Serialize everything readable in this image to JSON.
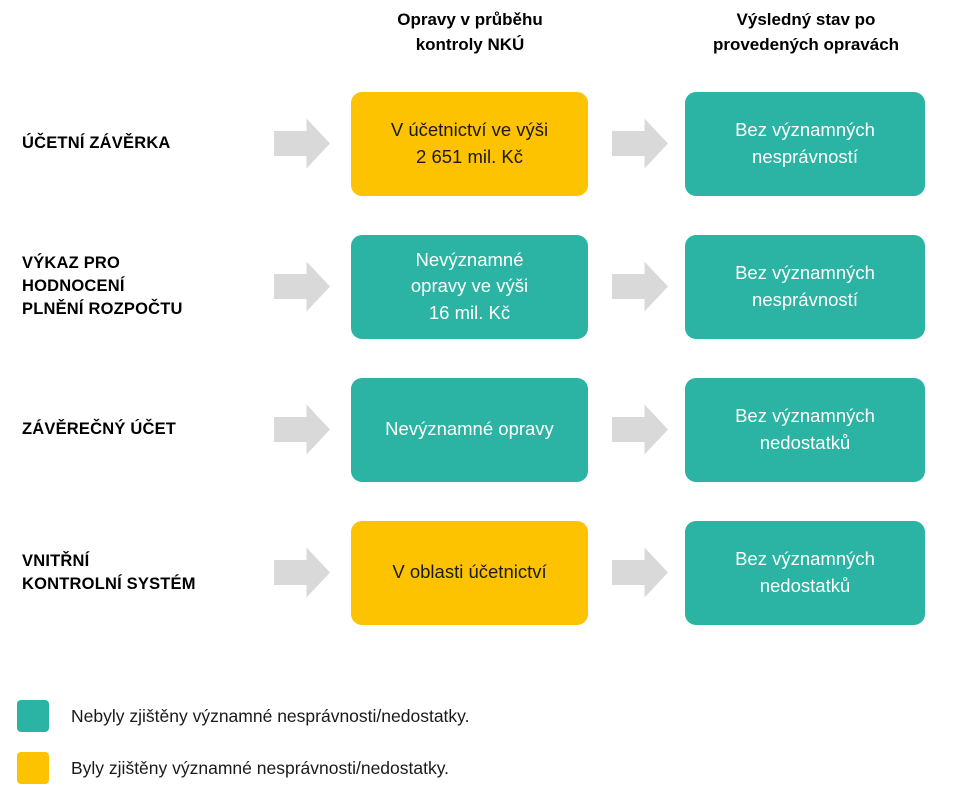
{
  "colors": {
    "teal": "#2bb3a3",
    "yellow": "#fdc300",
    "arrow_grey": "#d9d9d9",
    "text_dark": "#1a1a1a",
    "text_light": "#ffffff",
    "background": "#ffffff"
  },
  "headers": {
    "col_middle": "Opravy v průběhu\nkontroly NKÚ",
    "col_right": "Výsledný stav po\nprovedených opravách"
  },
  "rows": [
    {
      "label": "ÚČETNÍ ZÁVĚRKA",
      "middle": {
        "text": "V účetnictví ve výši\n2 651 mil. Kč",
        "status": "yellow"
      },
      "right": {
        "text": "Bez významných\nnesprávností",
        "status": "teal"
      }
    },
    {
      "label": "VÝKAZ PRO\nHODNOCENÍ\nPLNĚNÍ ROZPOČTU",
      "middle": {
        "text": "Nevýznamné\nopravy ve výši\n16 mil. Kč",
        "status": "teal"
      },
      "right": {
        "text": "Bez významných\nnesprávností",
        "status": "teal"
      }
    },
    {
      "label": "ZÁVĚREČNÝ ÚČET",
      "middle": {
        "text": "Nevýznamné opravy",
        "status": "teal"
      },
      "right": {
        "text": "Bez významných\nnedostatků",
        "status": "teal"
      }
    },
    {
      "label": "VNITŘNÍ\nKONTROLNÍ SYSTÉM",
      "middle": {
        "text": "V oblasti účetnictví",
        "status": "yellow"
      },
      "right": {
        "text": "Bez významných\nnedostatků",
        "status": "teal"
      }
    }
  ],
  "legend": [
    {
      "swatch": "teal",
      "text": "Nebyly zjištěny významné nesprávnosti/nedostatky."
    },
    {
      "swatch": "yellow",
      "text": "Byly zjištěny významné nesprávnosti/nedostatky."
    }
  ]
}
